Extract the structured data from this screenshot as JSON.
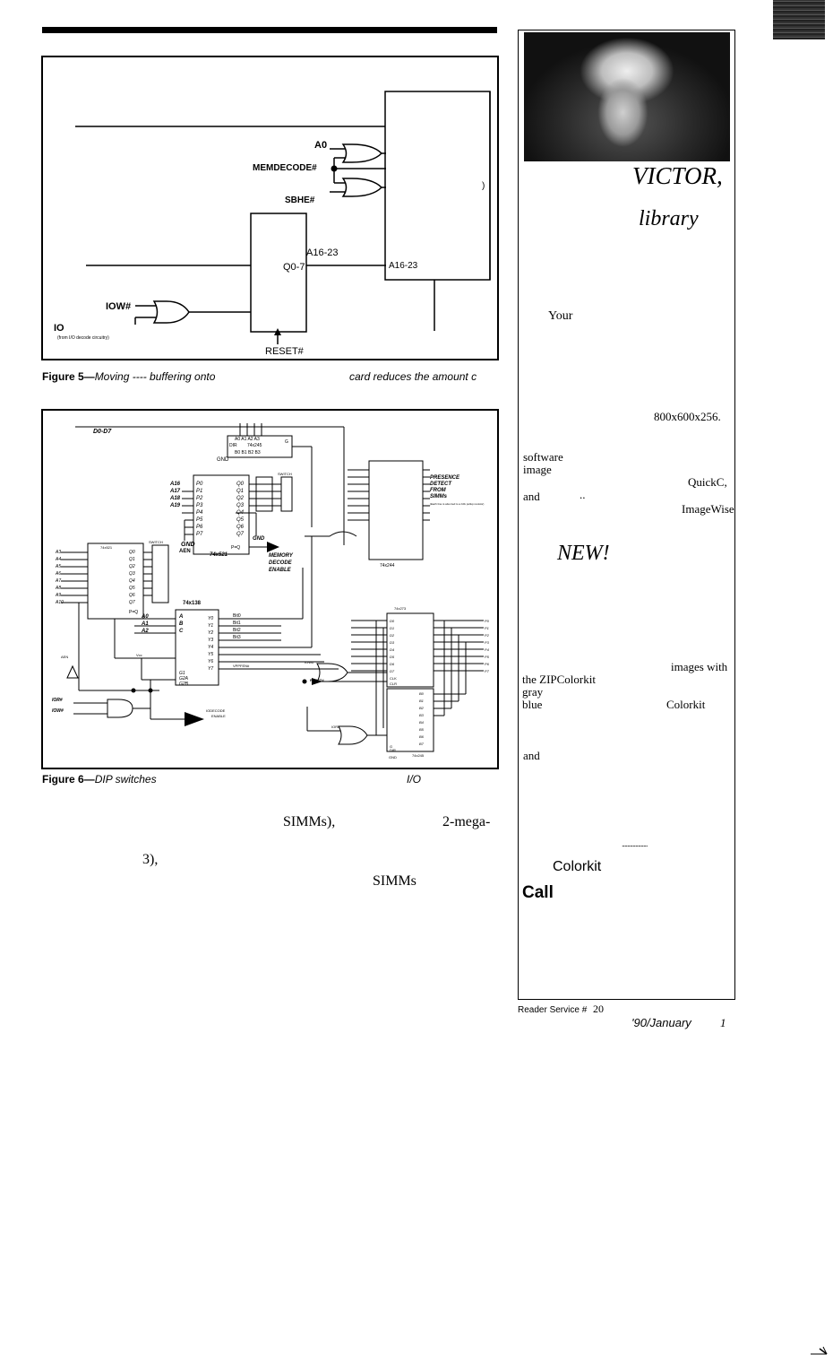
{
  "figure5": {
    "signals": {
      "a0": "A0",
      "memdecode": "MEMDECODE#",
      "sbhe": "SBHE#",
      "q07": "Q0-7",
      "a1623_mid": "A16-23",
      "a1623_box": "A16-23",
      "iow": "IOW#",
      "io": "IO",
      "io_note": "(from I/O decode circuitry)",
      "reset": "RESET#",
      "bracket": ")"
    },
    "caption_label": "Figure 5—",
    "caption_text": "Moving ---- buffering onto",
    "caption_right": "card reduces the amount c"
  },
  "figure6": {
    "bus": "D0-D7",
    "chips": {
      "c245_top": "74x245",
      "c245_top_pins": "A0 A1 A2 A3",
      "c245_top_pins_b": "B0 B1 B2 B3",
      "dir": "DIR",
      "g": "G",
      "gnd1": "GND",
      "switch1": "SWITCH",
      "c521": "74x521",
      "p_eq_q": "P=Q",
      "aen": "AEN",
      "gnd2": "GND",
      "mem_decode": "MEMORY",
      "mem_decode2": "DECODE",
      "mem_decode3": "ENABLE",
      "c244": "74x244",
      "presence": "PRESENCE",
      "detect": "DETECT",
      "from": "FROM",
      "simms": "SIMMs",
      "pullup_note": "(Each line is also tied to a 10k pullup resistor)",
      "gnd3": "GND",
      "c521b": "74x521",
      "switch2": "SWITCH",
      "c138": "74x138",
      "vcc": "Vcc",
      "vppfen": "VPPFEN#",
      "iodecode": "IODECODE",
      "enable": "ENABLE",
      "resetn": "RESET#",
      "iow_a": "IOW#",
      "ior_a": "IOR#",
      "ior_b": "IOR#",
      "aen2": "AEN",
      "c273": "74x273",
      "clk": "CLK",
      "clr": "CLR",
      "c245b": "74x245",
      "gnd4": "GND",
      "g2": "G",
      "dir2": "DIR",
      "iow_b": "IOW#"
    },
    "pins_left": [
      "A16",
      "A17",
      "A18",
      "A19"
    ],
    "pins_p": [
      "P0",
      "P1",
      "P2",
      "P3",
      "P4",
      "P5",
      "P6",
      "P7"
    ],
    "pins_q": [
      "Q0",
      "Q1",
      "Q2",
      "Q3",
      "Q4",
      "Q5",
      "Q6",
      "Q7"
    ],
    "pins_a": [
      "A3",
      "A4",
      "A5",
      "A6",
      "A7",
      "A8",
      "A9",
      "A10"
    ],
    "pins_y": [
      "Y0",
      "Y1",
      "Y2",
      "Y3",
      "Y4",
      "Y5",
      "Y6",
      "Y7"
    ],
    "pins_abc": [
      "A",
      "B",
      "C"
    ],
    "pins_a012": [
      "A0",
      "A1",
      "A2"
    ],
    "pins_g": [
      "G1",
      "G2A",
      "G2B"
    ],
    "bit_labels": [
      "Bit0",
      "Bit1",
      "Bit2",
      "Bit3"
    ],
    "pins_d": [
      "D0",
      "D1",
      "D2",
      "D3",
      "D4",
      "D5",
      "D6",
      "D7"
    ],
    "pins_b": [
      "B0",
      "B1",
      "B2",
      "B3",
      "B4",
      "B5",
      "B6",
      "B7"
    ],
    "pins_right": [
      "P0",
      "P1",
      "P2",
      "P3",
      "P4",
      "P5",
      "P6",
      "P7"
    ],
    "caption_label": "Figure 6—",
    "caption_text": "DIP switches",
    "caption_right": "I/O"
  },
  "body": {
    "simms1": "SIMMs),",
    "mega": "2-mega-",
    "three": "3),",
    "simms2": "SIMMs"
  },
  "ad": {
    "victor": "VICTOR,",
    "library": "library",
    "your": "Your",
    "res": "800x600x256.",
    "software": "software",
    "image": "image",
    "quickc": "QuickC,",
    "and1": "and",
    "dots_small": "..",
    "imagewise": "ImageWise",
    "new": "NEW!",
    "images_with": "images with",
    "zip": "the ZIPColorkit",
    "gray": "gray",
    "blue": "blue",
    "colorkit1": "Colorkit",
    "and2": "and",
    "dots": "...................",
    "colorkit2": "Colorkit",
    "call": "Call"
  },
  "footer": {
    "reader_service": "Reader Service #",
    "rs_num": "20",
    "date": "'90/January",
    "page": "1"
  }
}
